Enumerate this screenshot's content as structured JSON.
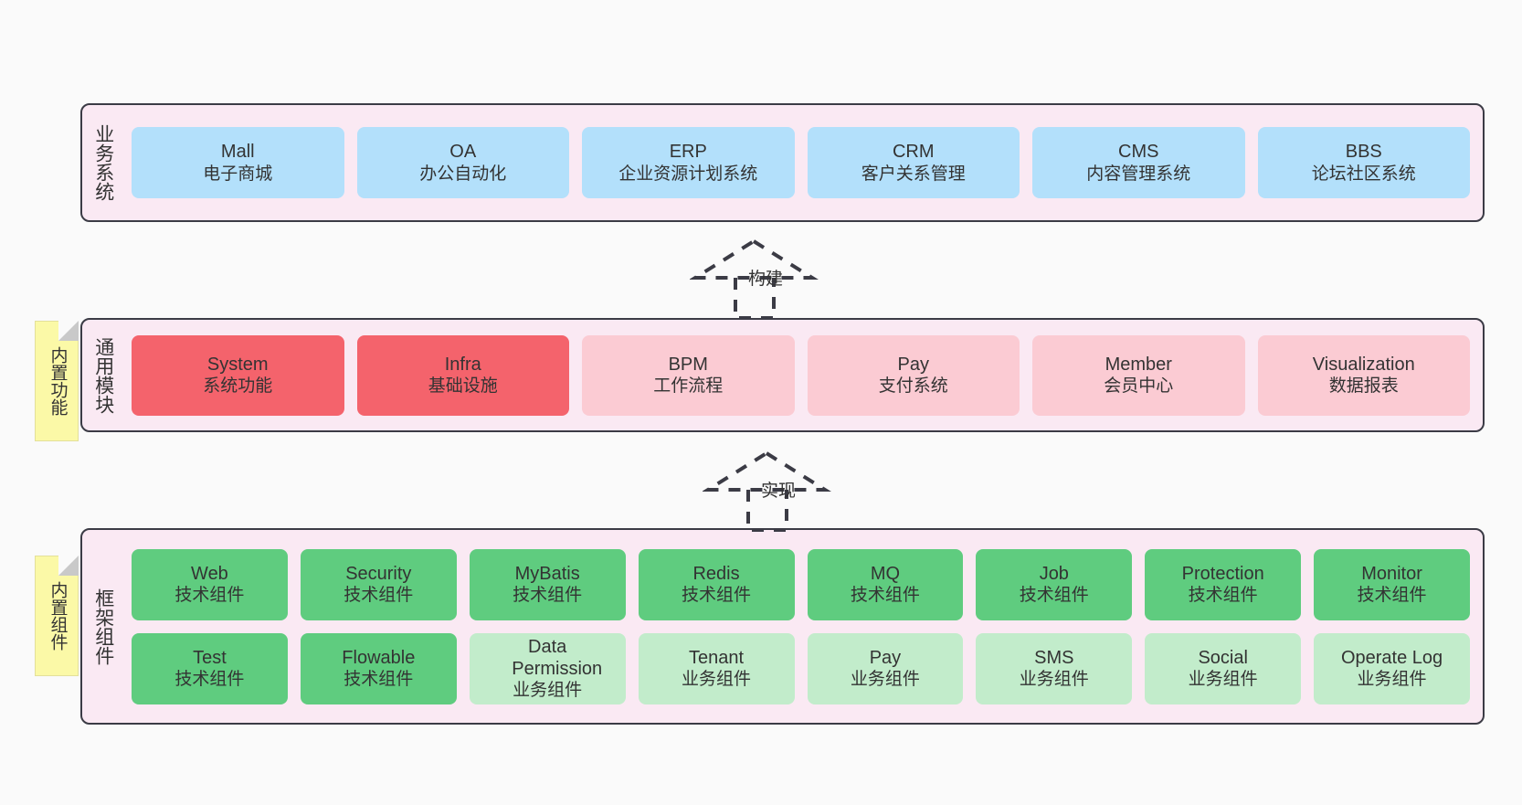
{
  "diagram": {
    "title": "",
    "background": "#fafafa",
    "colors": {
      "layer_bg": "#fae9f3",
      "layer_border": "#3b3b45",
      "business_card": "#b3e0fb",
      "core_enabled_card": "#f4636c",
      "core_disabled_card": "#fbcbd3",
      "tech_card": "#5fcc7f",
      "business_component_card": "#c2eccb",
      "note_bg": "#fbf9a7",
      "note_fold": "#c9c9c9",
      "text": "#333333"
    }
  },
  "layers": [
    {
      "id": "business-systems",
      "title": "业务系统",
      "cards": [
        {
          "en": "Mall",
          "cn": "电子商城",
          "style": "biz"
        },
        {
          "en": "OA",
          "cn": "办公自动化",
          "style": "biz"
        },
        {
          "en": "ERP",
          "cn": "企业资源计划系统",
          "style": "biz"
        },
        {
          "en": "CRM",
          "cn": "客户关系管理",
          "style": "biz"
        },
        {
          "en": "CMS",
          "cn": "内容管理系统",
          "style": "biz"
        },
        {
          "en": "BBS",
          "cn": "论坛社区系统",
          "style": "biz"
        }
      ]
    },
    {
      "id": "common-modules",
      "title": "通用模块",
      "note": "内置功能",
      "cards": [
        {
          "en": "System",
          "cn": "系统功能",
          "style": "core-on"
        },
        {
          "en": "Infra",
          "cn": "基础设施",
          "style": "core-on"
        },
        {
          "en": "BPM",
          "cn": "工作流程",
          "style": "core-off"
        },
        {
          "en": "Pay",
          "cn": "支付系统",
          "style": "core-off"
        },
        {
          "en": "Member",
          "cn": "会员中心",
          "style": "core-off"
        },
        {
          "en": "Visualization",
          "cn": "数据报表",
          "style": "core-off"
        }
      ]
    },
    {
      "id": "framework-components",
      "title": "框架组件",
      "note": "内置组件",
      "rows": [
        [
          {
            "en": "Web",
            "cn": "技术组件",
            "style": "tech"
          },
          {
            "en": "Security",
            "cn": "技术组件",
            "style": "tech"
          },
          {
            "en": "MyBatis",
            "cn": "技术组件",
            "style": "tech"
          },
          {
            "en": "Redis",
            "cn": "技术组件",
            "style": "tech"
          },
          {
            "en": "MQ",
            "cn": "技术组件",
            "style": "tech"
          },
          {
            "en": "Job",
            "cn": "技术组件",
            "style": "tech"
          },
          {
            "en": "Protection",
            "cn": "技术组件",
            "style": "tech"
          },
          {
            "en": "Monitor",
            "cn": "技术组件",
            "style": "tech"
          }
        ],
        [
          {
            "en": "Test",
            "cn": "技术组件",
            "style": "tech"
          },
          {
            "en": "Flowable",
            "cn": "技术组件",
            "style": "tech"
          },
          {
            "en": "Data Permission",
            "cn": "业务组件",
            "style": "busi"
          },
          {
            "en": "Tenant",
            "cn": "业务组件",
            "style": "busi"
          },
          {
            "en": "Pay",
            "cn": "业务组件",
            "style": "busi"
          },
          {
            "en": "SMS",
            "cn": "业务组件",
            "style": "busi"
          },
          {
            "en": "Social",
            "cn": "业务组件",
            "style": "busi"
          },
          {
            "en": "Operate Log",
            "cn": "业务组件",
            "style": "busi"
          }
        ]
      ]
    }
  ],
  "connectors": [
    {
      "id": "build",
      "label": "构建",
      "from": "common-modules",
      "to": "business-systems"
    },
    {
      "id": "implement",
      "label": "实现",
      "from": "framework-components",
      "to": "common-modules"
    }
  ]
}
